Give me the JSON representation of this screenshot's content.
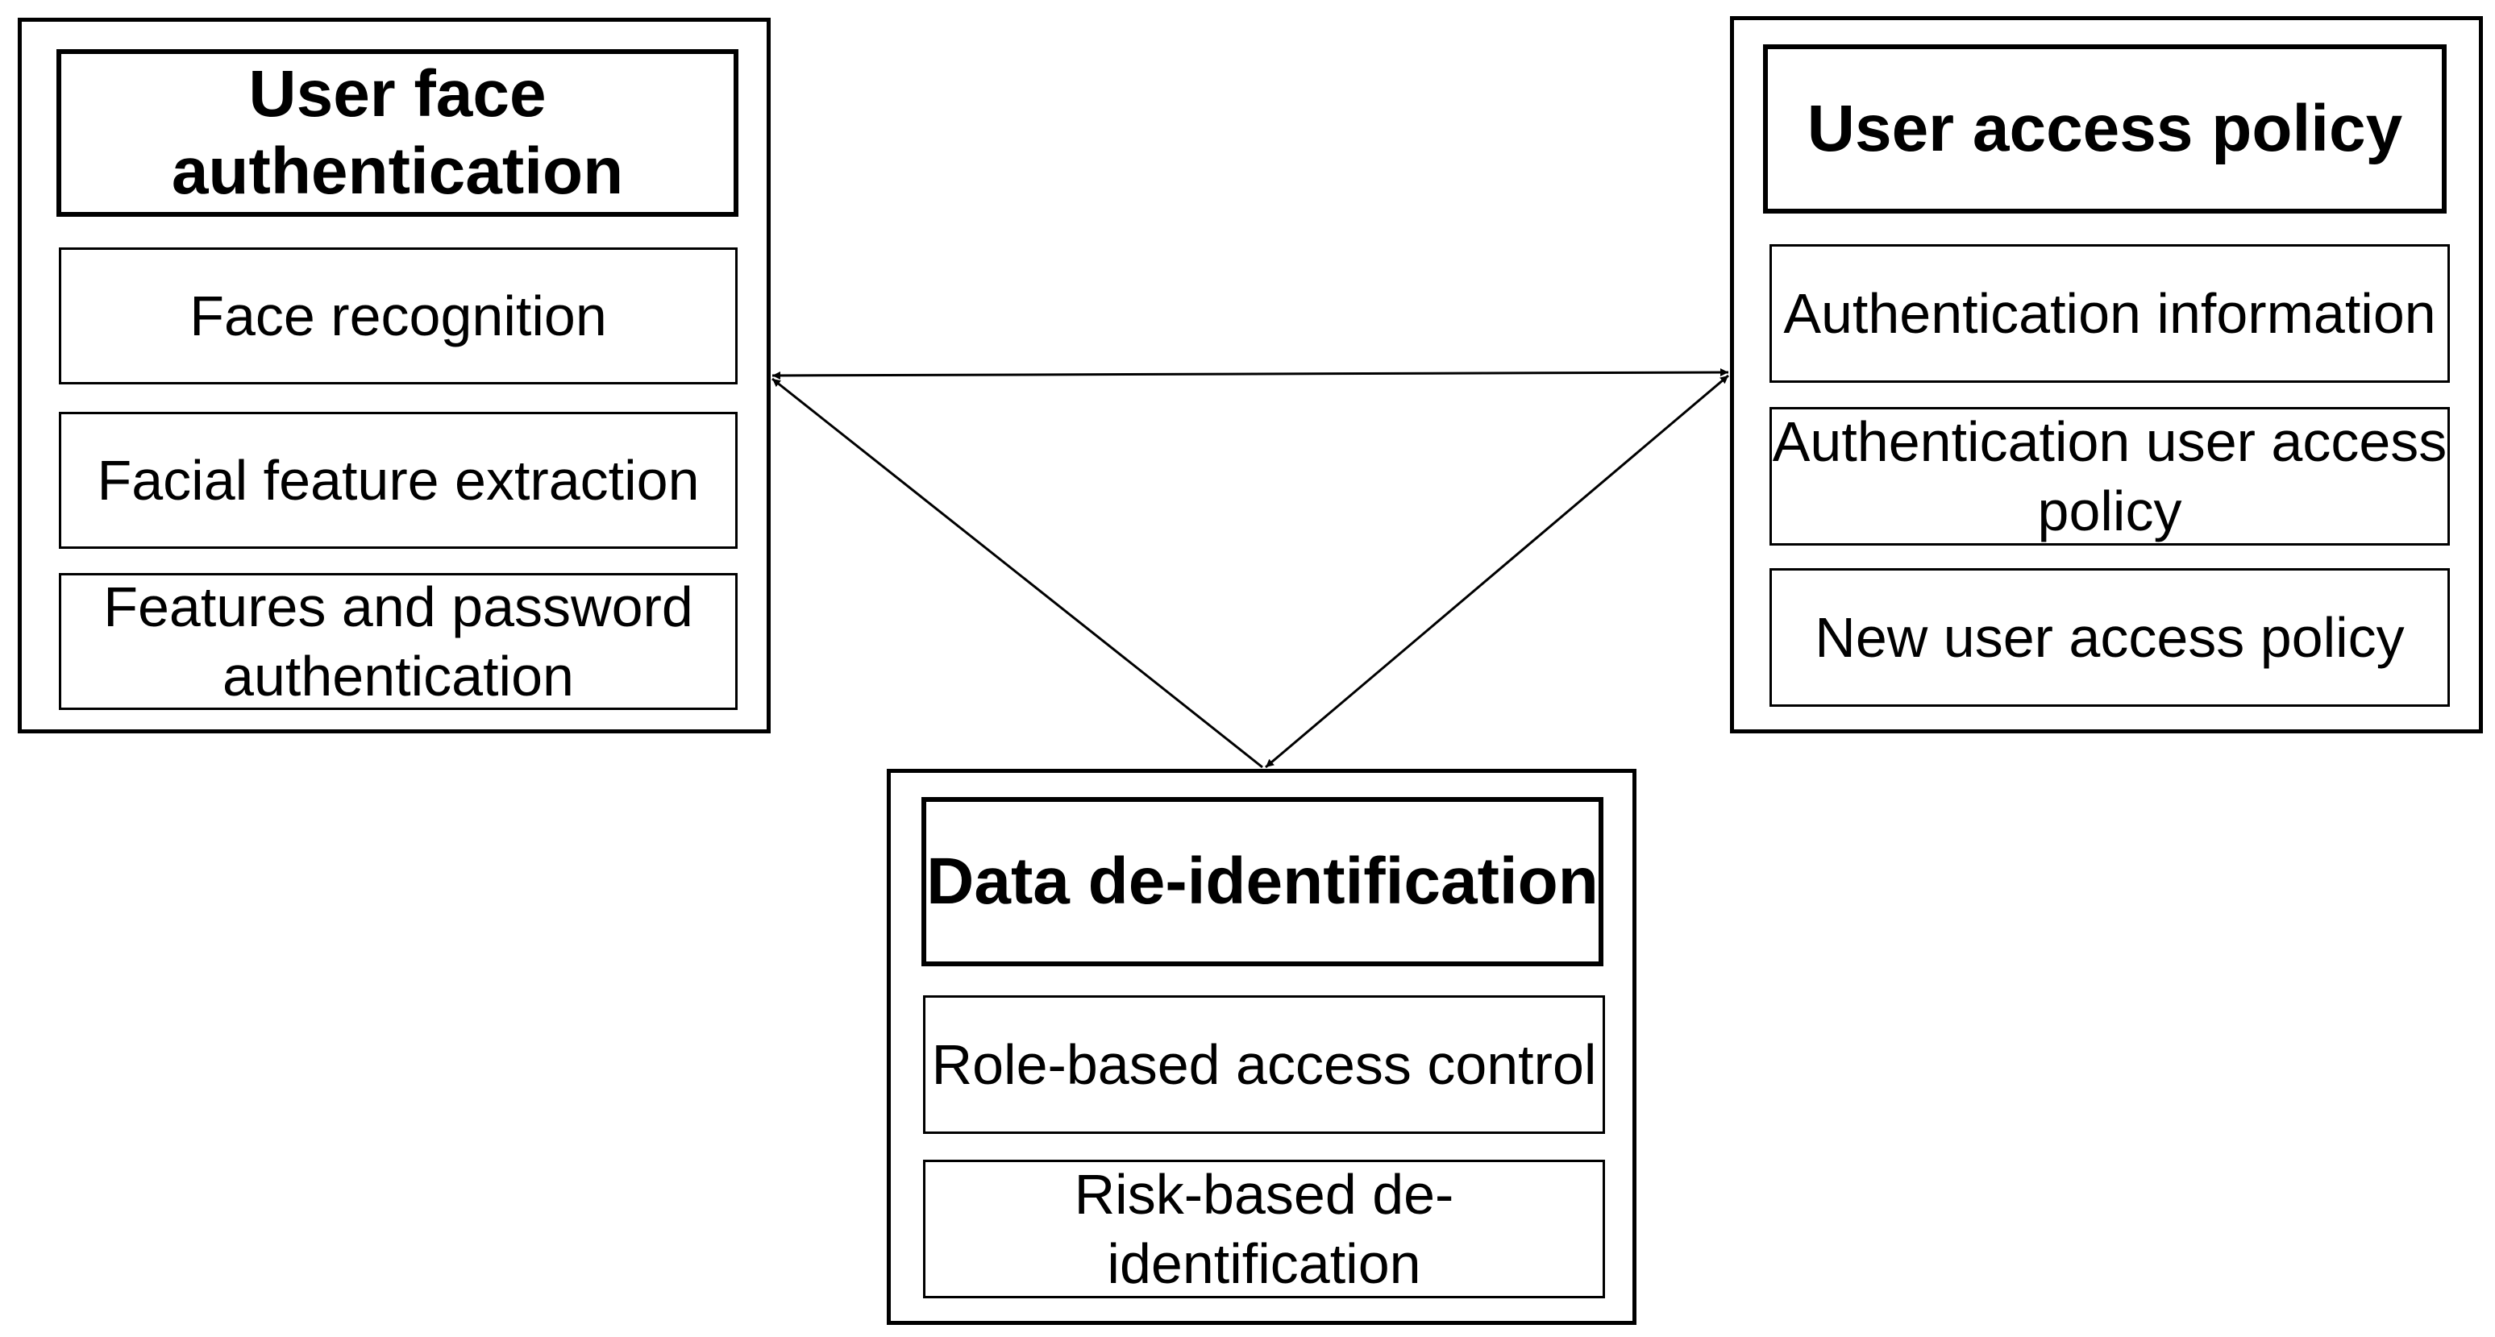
{
  "groups": {
    "face": {
      "title": "User face authentication",
      "items": [
        "Face recognition",
        "Facial feature extraction",
        "Features and password authentication"
      ]
    },
    "policy": {
      "title": "User access policy",
      "items": [
        "Authentication information",
        "Authentication user access policy",
        "New user access policy"
      ]
    },
    "deid": {
      "title": "Data de-identification",
      "items": [
        "Role-based access control",
        "Risk-based de-identification"
      ]
    }
  },
  "colors": {
    "stroke": "#000000",
    "background": "#ffffff"
  }
}
